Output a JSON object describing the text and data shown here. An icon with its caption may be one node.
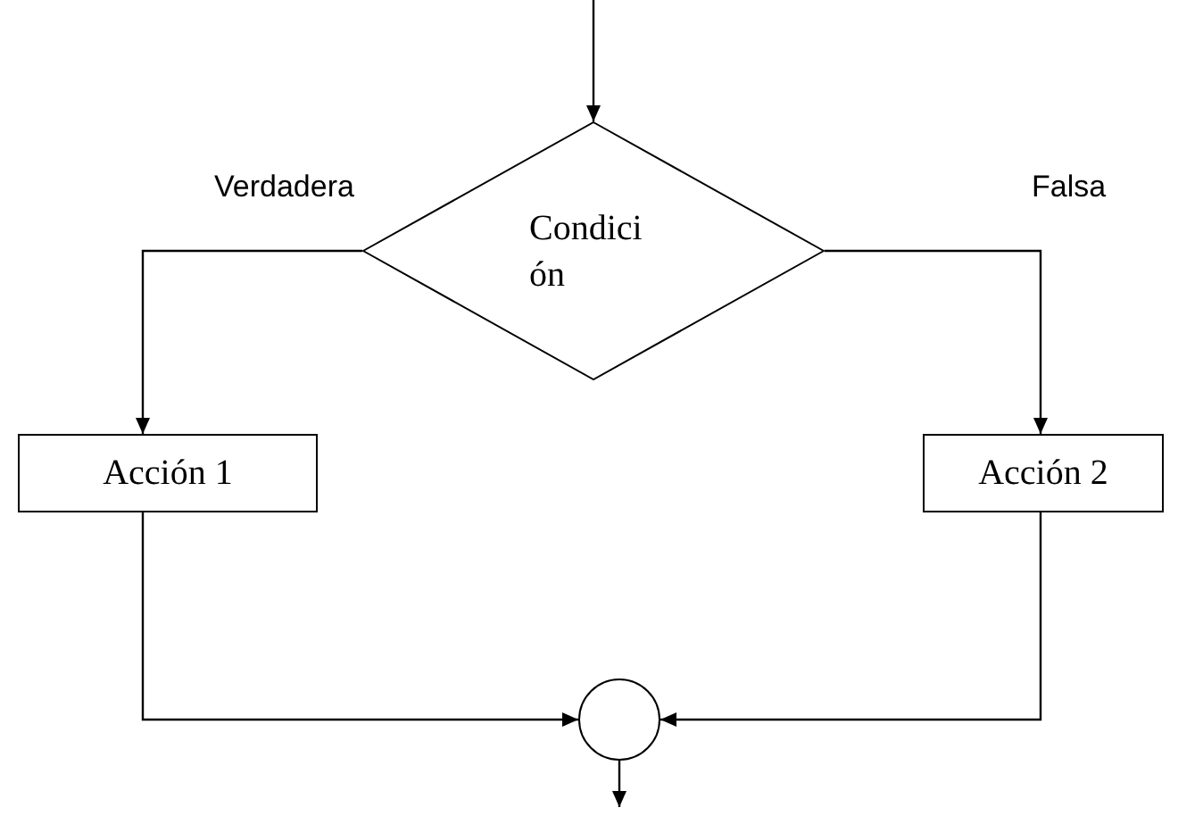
{
  "diagram": {
    "nodes": [
      {
        "text": [
          "Condición"
        ]
      },
      {
        "text": [
          "Acción 1"
        ]
      },
      {
        "text": [
          "Acción 2"
        ]
      },
      {
        "text": [],
        "shape": "circle"
      }
    ],
    "edges": [
      {
        "from": null,
        "to": 0,
        "arrow": "to"
      },
      {
        "from": 0,
        "to": 1,
        "arrow": "to",
        "label": "Verdadera"
      },
      {
        "from": 0,
        "to": 2,
        "arrow": "to",
        "label": "Falsa"
      },
      {
        "from": 1,
        "to": 3,
        "arrow": "to"
      },
      {
        "from": 2,
        "to": 3,
        "arrow": "to"
      },
      {
        "from": 3,
        "to": null,
        "arrow": "to"
      }
    ]
  }
}
